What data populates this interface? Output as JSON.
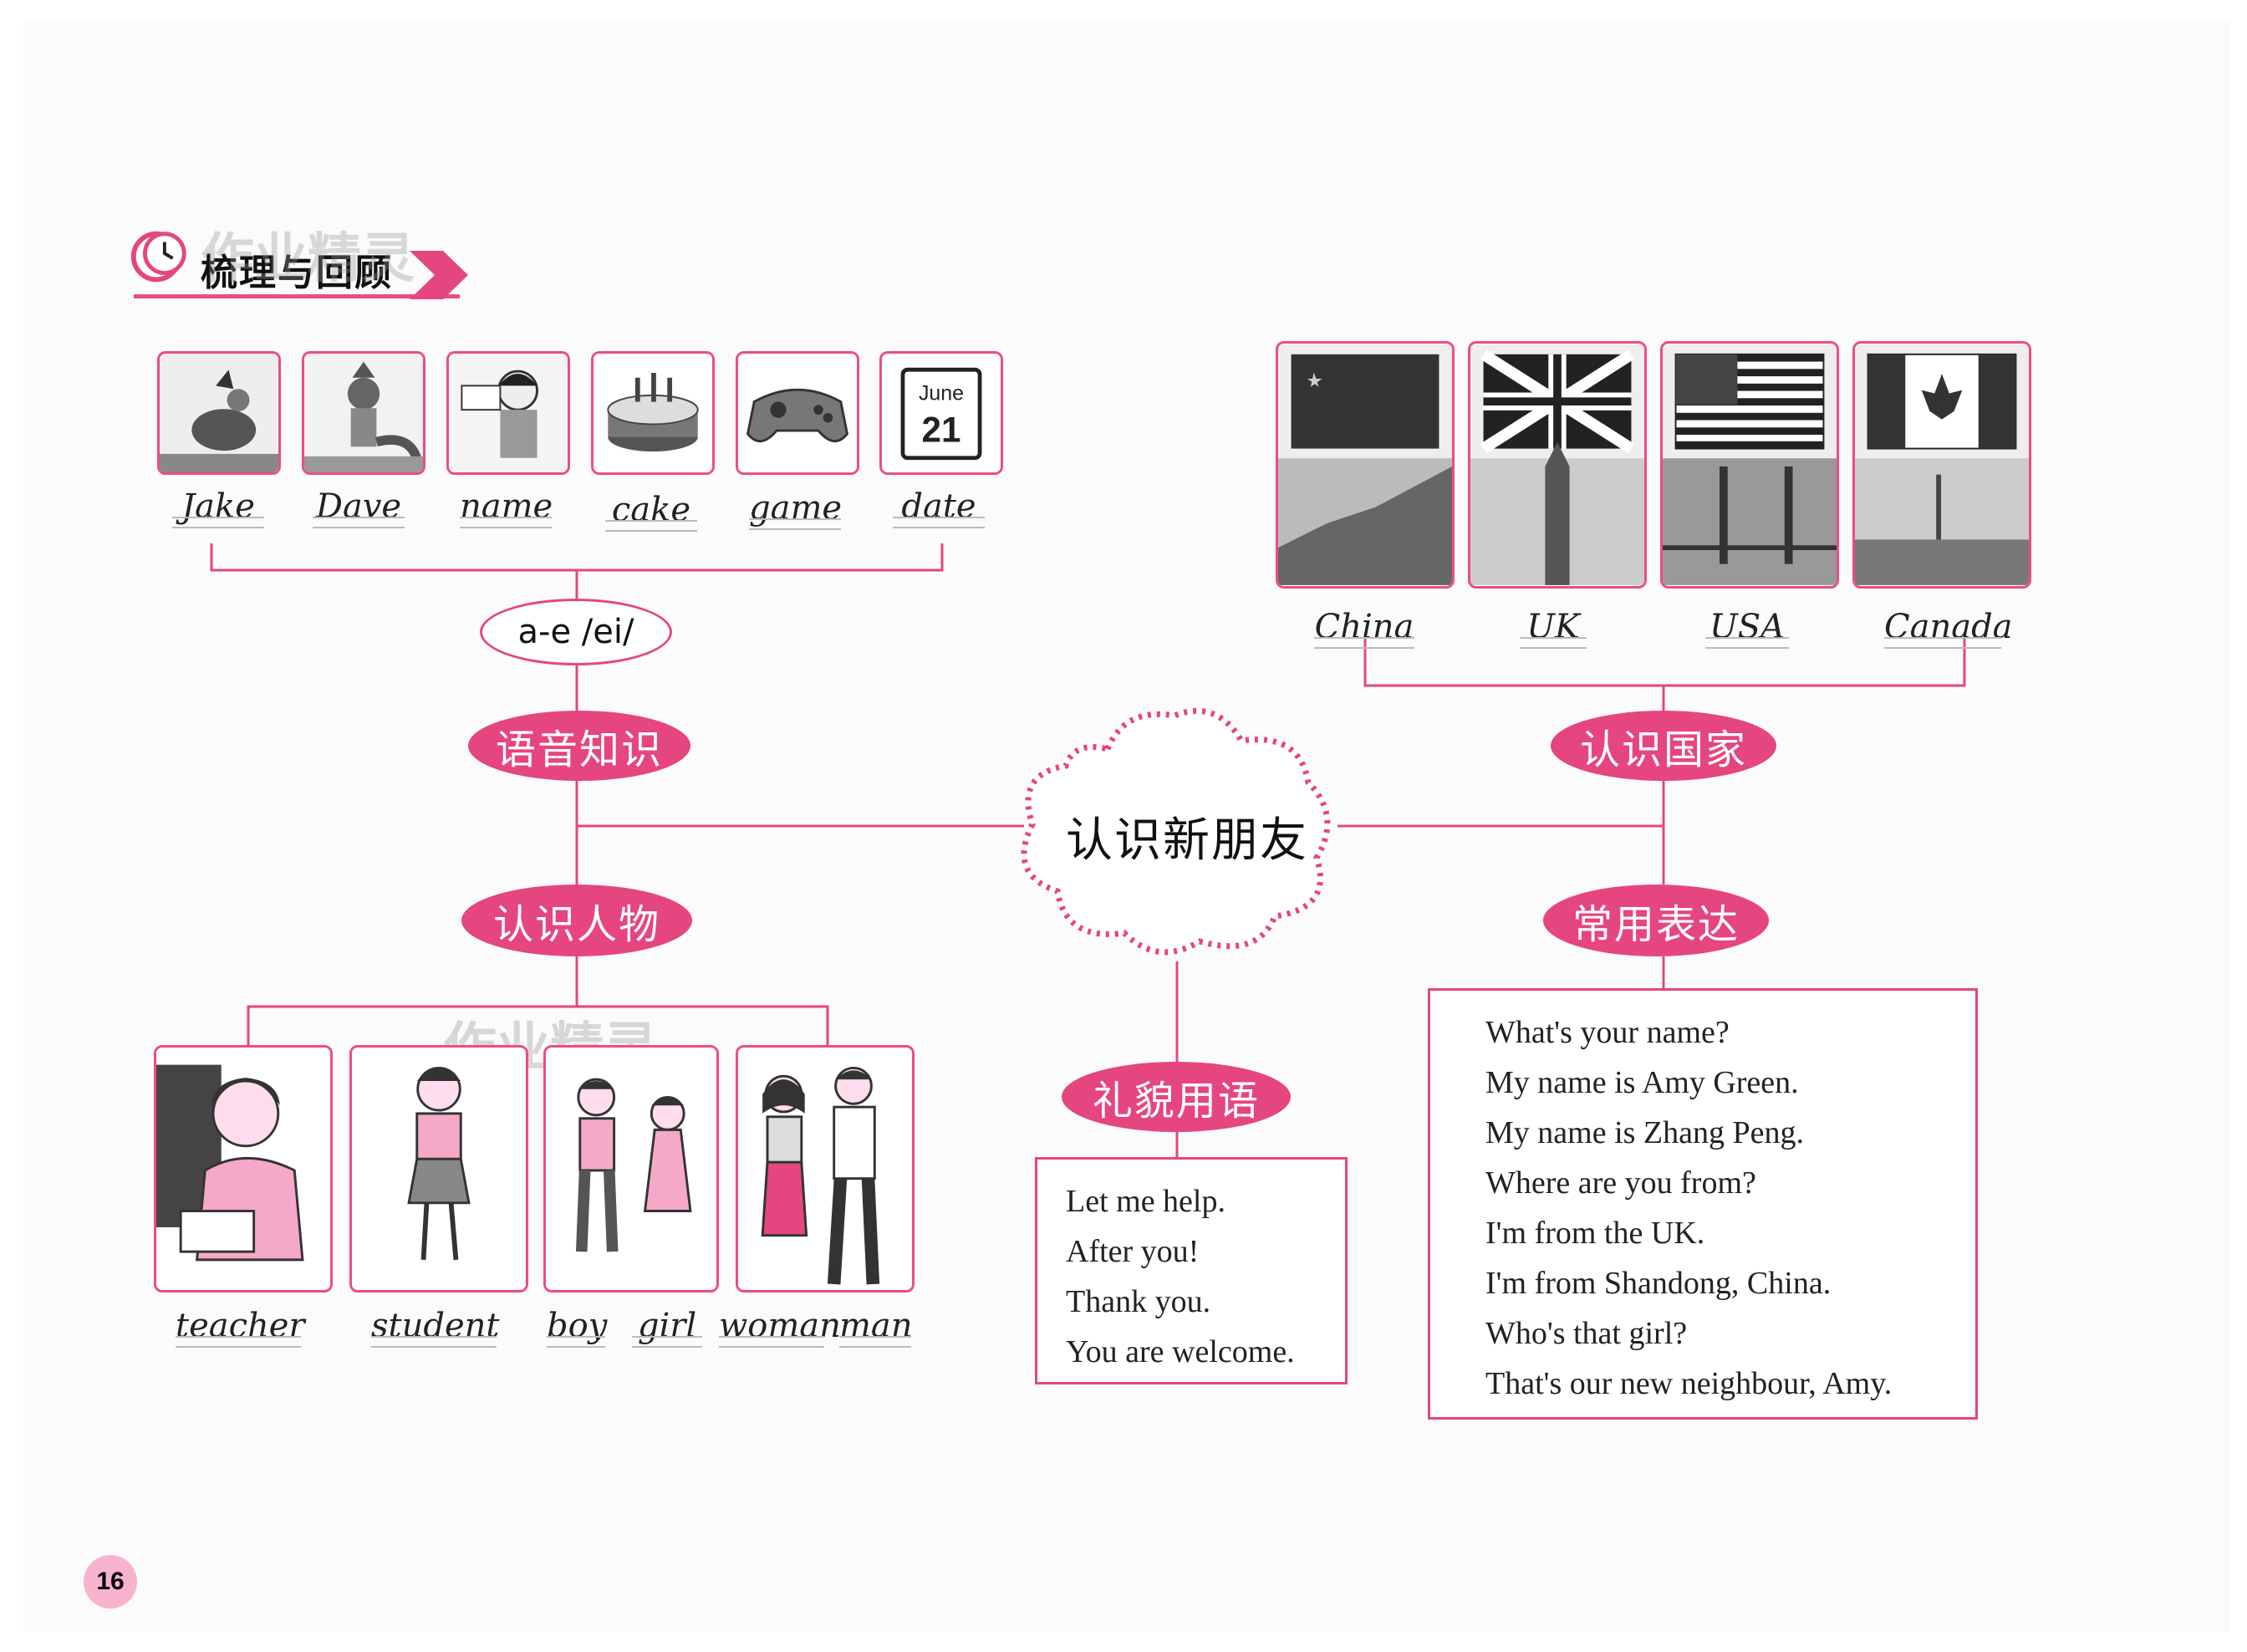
{
  "header": {
    "title": "梳理与回顾",
    "watermark": "作业精灵"
  },
  "center": {
    "title": "认识新朋友"
  },
  "phonics": {
    "label": "语音知识",
    "sound": "a-e /ei/",
    "words": [
      "Jake",
      "Dave",
      "name",
      "cake",
      "game",
      "date"
    ],
    "calendar": {
      "month": "June",
      "day": "21"
    }
  },
  "countries": {
    "label": "认识国家",
    "words": [
      "China",
      "UK",
      "USA",
      "Canada"
    ]
  },
  "people": {
    "label": "认识人物",
    "words": [
      "teacher",
      "student",
      "boy",
      "girl",
      "woman",
      "man"
    ]
  },
  "polite": {
    "label": "礼貌用语",
    "lines": [
      "Let me help.",
      "After you!",
      "Thank you.",
      "You are welcome."
    ]
  },
  "expressions": {
    "label": "常用表达",
    "lines": [
      "What's your name?",
      "My name is Amy Green.",
      "My name is Zhang Peng.",
      "Where are you from?",
      "I'm from the UK.",
      "I'm from Shandong, China.",
      "Who's that girl?",
      "That's our new neighbour, Amy."
    ]
  },
  "page_number": "16",
  "colors": {
    "accent": "#e5467f",
    "pale_pink": "#f7b3cd"
  }
}
